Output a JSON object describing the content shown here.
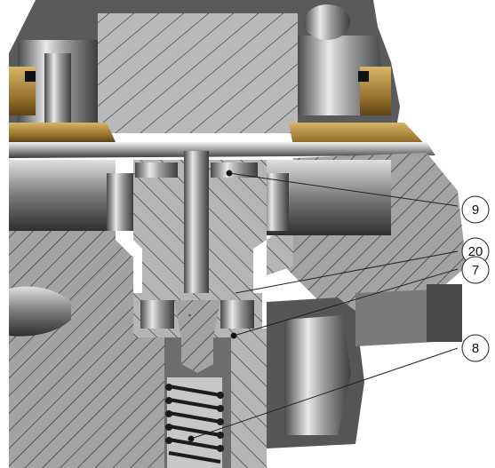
{
  "callouts": [
    {
      "id": "c9",
      "label": "9"
    },
    {
      "id": "c20",
      "label": "20"
    },
    {
      "id": "c7",
      "label": "7"
    },
    {
      "id": "c8",
      "label": "8"
    }
  ],
  "colors": {
    "steel_dark": "#3a3a3a",
    "steel_mid": "#8a8a8a",
    "steel_light": "#d9d9d9",
    "brass": "#b08a3e",
    "hatch_fill": "#9e9e9e",
    "leader": "#222222"
  }
}
